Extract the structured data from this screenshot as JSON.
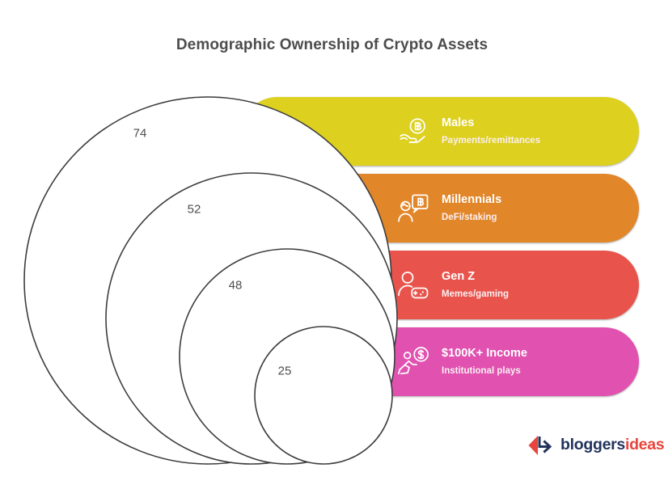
{
  "chart_data": {
    "type": "bar",
    "title": "Demographic Ownership of Crypto Assets",
    "xlabel": "",
    "ylabel": "",
    "categories": [
      "Males",
      "Millennials",
      "Gen Z",
      "$100K+ Income"
    ],
    "values": [
      74,
      52,
      48,
      25
    ],
    "value_labels": [
      "74",
      "52",
      "48",
      "25"
    ],
    "annotations": [
      "Payments/remittances",
      "DeFi/staking",
      "Memes/gaming",
      "Institutional plays"
    ],
    "series": [
      {
        "name": "Ownership",
        "values": [
          74,
          52,
          48,
          25
        ]
      }
    ],
    "colors": [
      "#ddd01f",
      "#e2862a",
      "#e8544c",
      "#e051b0"
    ],
    "grid": false,
    "legend": "none",
    "ylim": [
      0,
      100
    ],
    "note": "Nested proportional circles tangent at the base, paired with colored pill bars"
  },
  "header": {
    "title": "Demographic Ownership of Crypto Assets"
  },
  "rows": [
    {
      "label": "Males",
      "sub": "Payments/remittances",
      "value": "74",
      "color": "#ddd01f",
      "icon": "hand-bitcoin-icon"
    },
    {
      "label": "Millennials",
      "sub": "DeFi/staking",
      "value": "52",
      "color": "#e2862a",
      "icon": "person-bitcoin-message-icon"
    },
    {
      "label": "Gen Z",
      "sub": "Memes/gaming",
      "value": "48",
      "color": "#e8544c",
      "icon": "person-gamepad-icon"
    },
    {
      "label": "$100K+ Income",
      "sub": "Institutional plays",
      "value": "25",
      "color": "#e051b0",
      "icon": "person-running-dollar-icon"
    }
  ],
  "branding": {
    "name_primary": "bloggers",
    "name_secondary": "ideas",
    "mark": "bloggersideas-logo-icon",
    "color_primary": "#22335c",
    "color_secondary": "#e8453c"
  },
  "style": {
    "title_color": "#4d4d4d",
    "value_color": "#4d4d4d",
    "circle_fill": "#ffffff",
    "circle_stroke": "#3d3d3d",
    "background": "#ffffff"
  }
}
